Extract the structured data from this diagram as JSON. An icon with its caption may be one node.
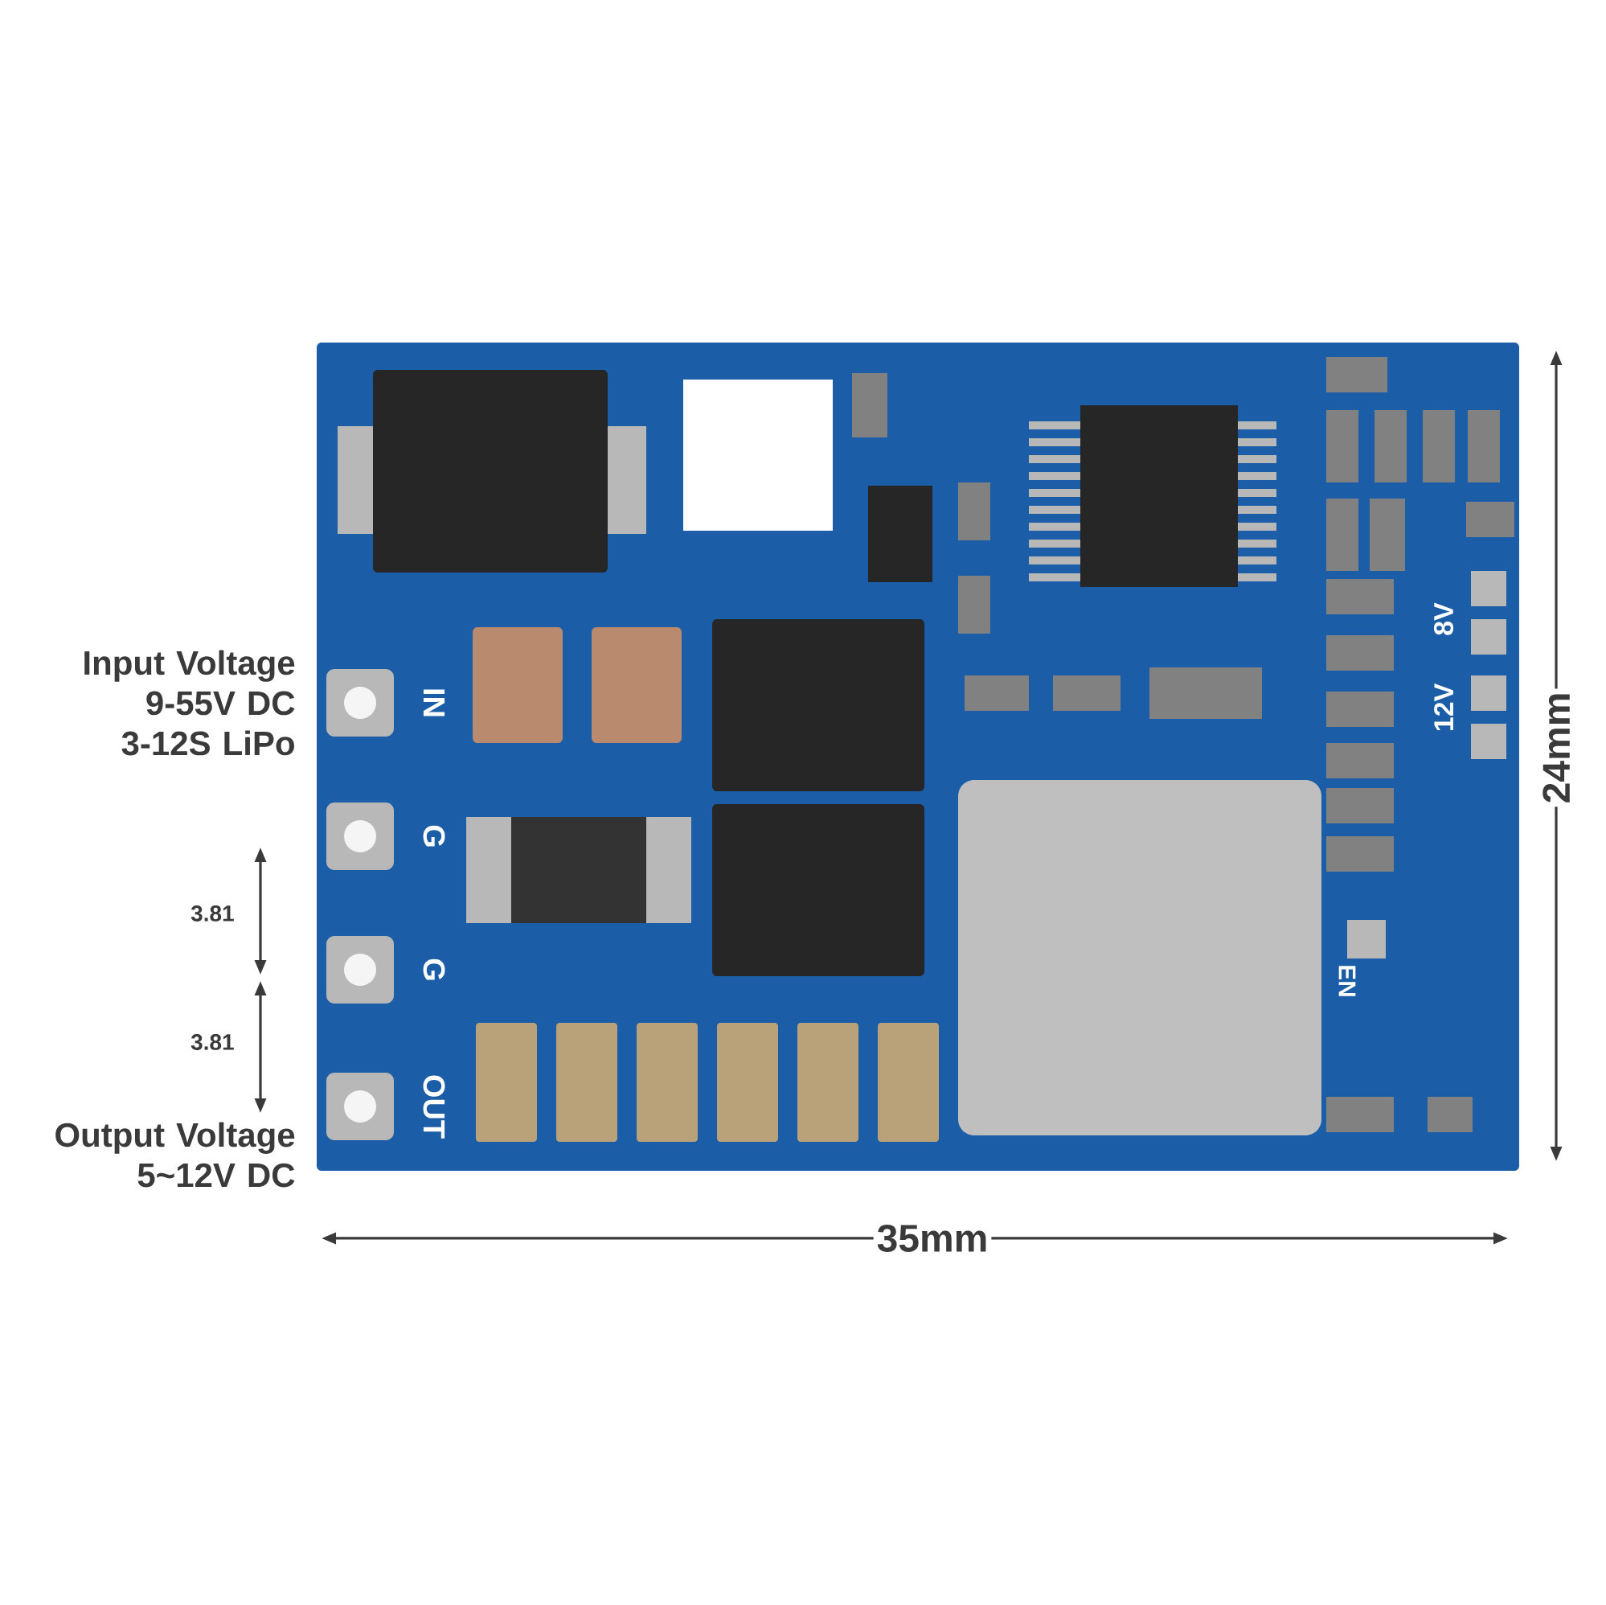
{
  "diagram": {
    "labels": [
      "Input Voltage 9-55V DC 3-12S LiPo",
      "Output Voltage 5~12V DC",
      "3.81",
      "3.81",
      "IN",
      "G",
      "G",
      "OUT",
      "8V",
      "12V",
      "EN",
      "35mm",
      "24mm"
    ]
  }
}
